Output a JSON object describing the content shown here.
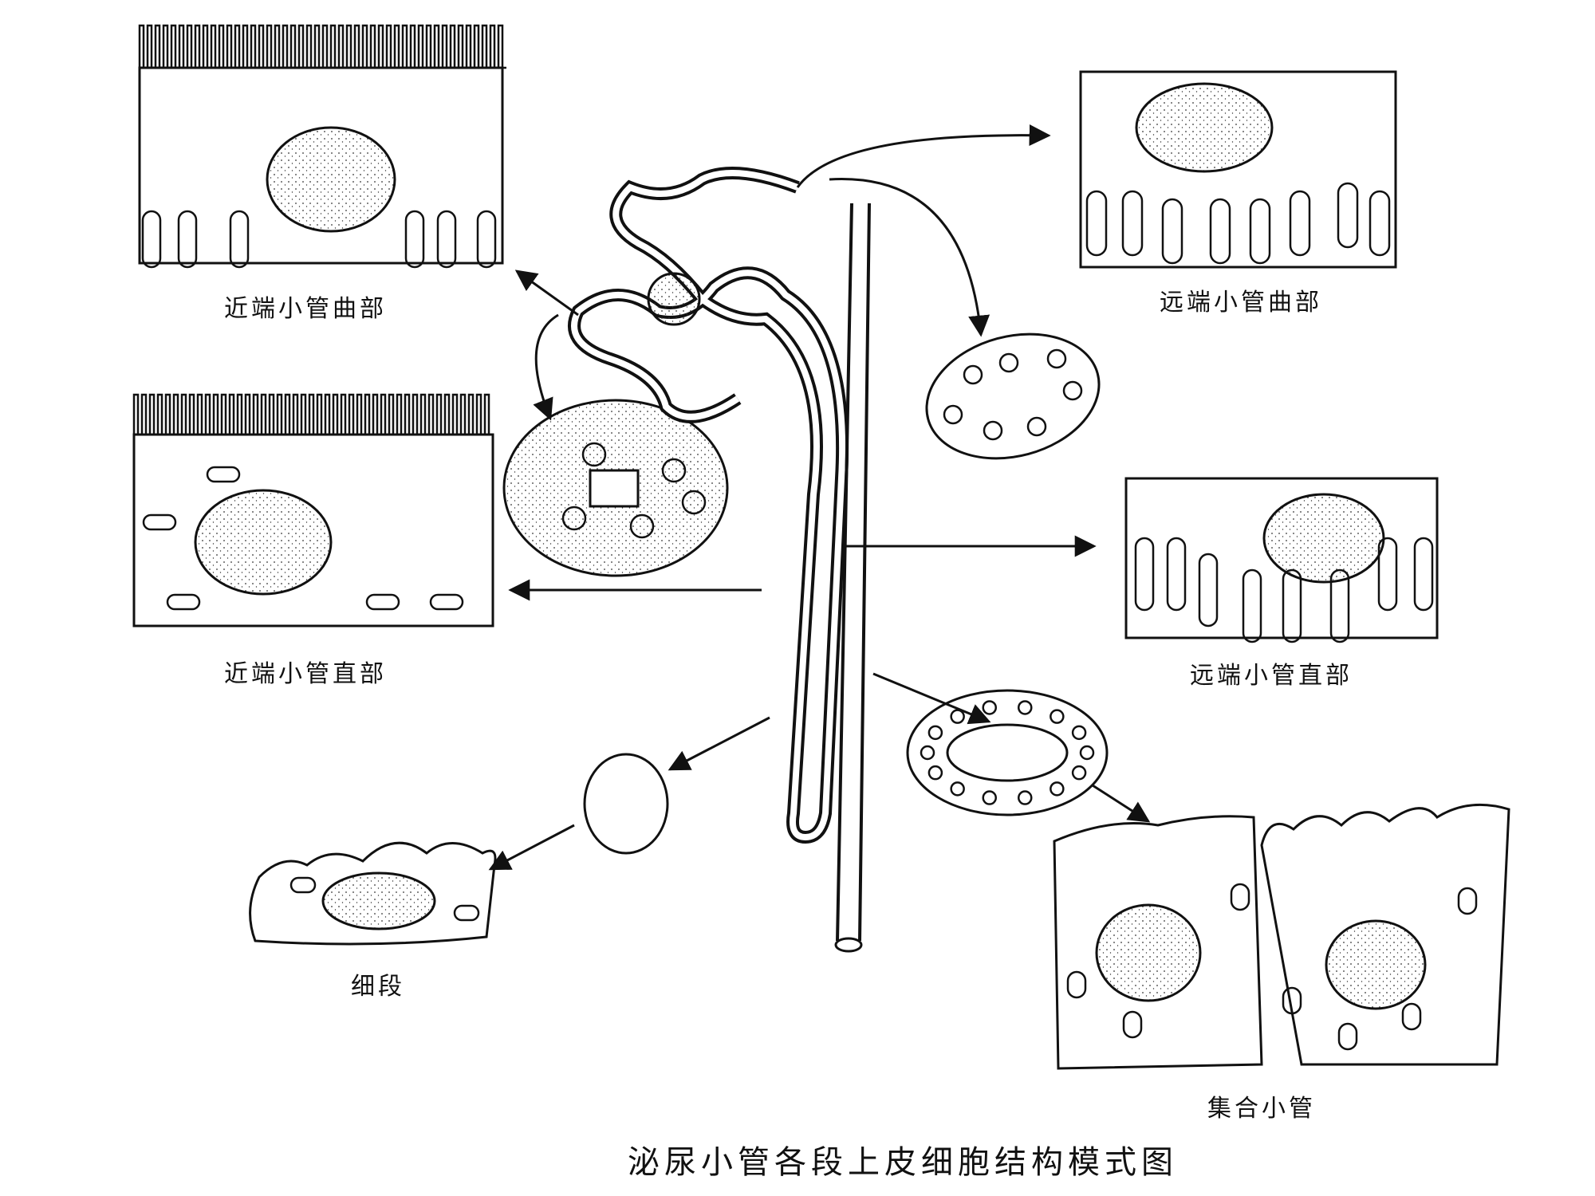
{
  "title": "泌尿小管各段上皮细胞结构模式图",
  "labels": {
    "proximal_convoluted": "近端小管曲部",
    "distal_convoluted": "远端小管曲部",
    "proximal_straight": "近端小管直部",
    "distal_straight": "远端小管直部",
    "thin_segment": "细段",
    "collecting_duct": "集合小管"
  },
  "colors": {
    "ink": "#111111",
    "background": "#ffffff"
  }
}
